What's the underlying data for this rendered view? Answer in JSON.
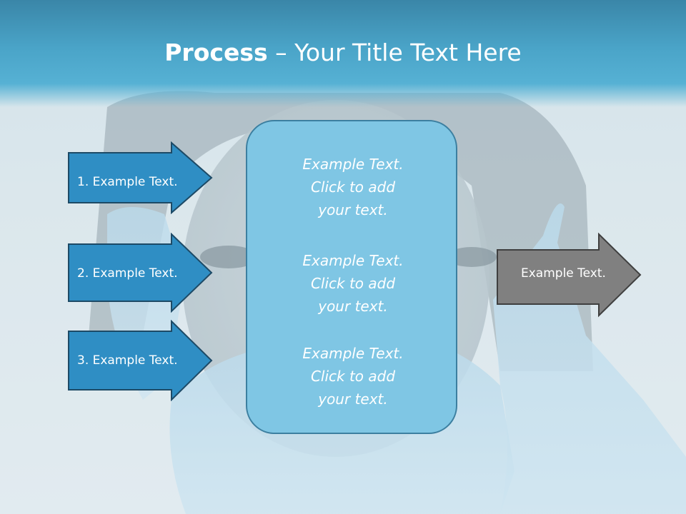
{
  "title": {
    "bold": "Process",
    "rest": " – Your Title Text Here"
  },
  "left_arrows": [
    {
      "label": "1. Example Text."
    },
    {
      "label": "2. Example Text."
    },
    {
      "label": "3. Example Text."
    }
  ],
  "center_box": {
    "blocks": [
      {
        "line1": "Example Text.",
        "line2": "Click  to add",
        "line3": "your text."
      },
      {
        "line1": "Example Text.",
        "line2": "Click  to add",
        "line3": "your text."
      },
      {
        "line1": "Example Text.",
        "line2": "Click  to add",
        "line3": "your text."
      }
    ]
  },
  "right_arrow": {
    "label": "Example Text."
  },
  "colors": {
    "header": "#4aa4c8",
    "left_arrow": "#2f8ec4",
    "center_box": "#7fc6e4",
    "right_arrow": "#808080"
  }
}
